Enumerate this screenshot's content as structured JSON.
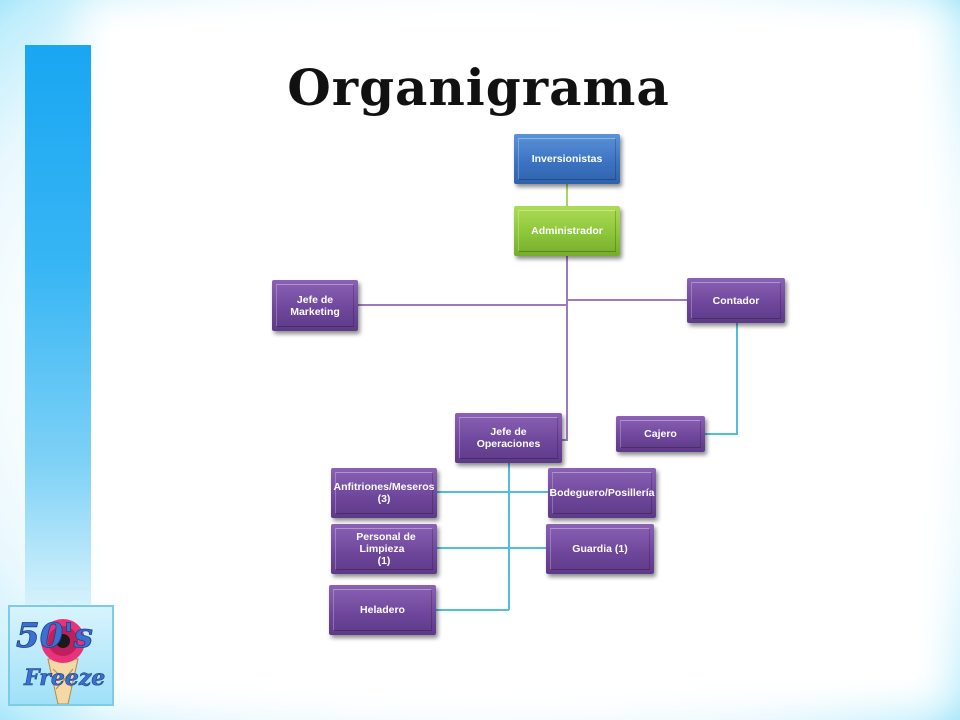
{
  "slide": {
    "title": "Organigrama"
  },
  "colors": {
    "level1": "#3c74c2",
    "level2": "#8cc63a",
    "level3": "#6f479c",
    "line_main": "#9b7bbf",
    "line_branch": "#4fbfdc",
    "line_top": "#a6d65a"
  },
  "nodes": {
    "inversionistas": "Inversionistas",
    "administrador": "Administrador",
    "jefe_marketing_l1": "Jefe de",
    "jefe_marketing_l2": "Marketing",
    "contador": "Contador",
    "cajero": "Cajero",
    "jefe_operaciones": "Jefe de Operaciones",
    "anfitriones_l1": "Anfitriones/Meseros",
    "anfitriones_l2": "(3)",
    "bodeguero": "Bodeguero/Posillería",
    "limpieza_l1": "Personal de Limpieza",
    "limpieza_l2": "(1)",
    "guardia": "Guardia (1)",
    "heladero": "Heladero"
  },
  "logo": {
    "text_top": "50's",
    "text_bottom": "Freeze"
  }
}
